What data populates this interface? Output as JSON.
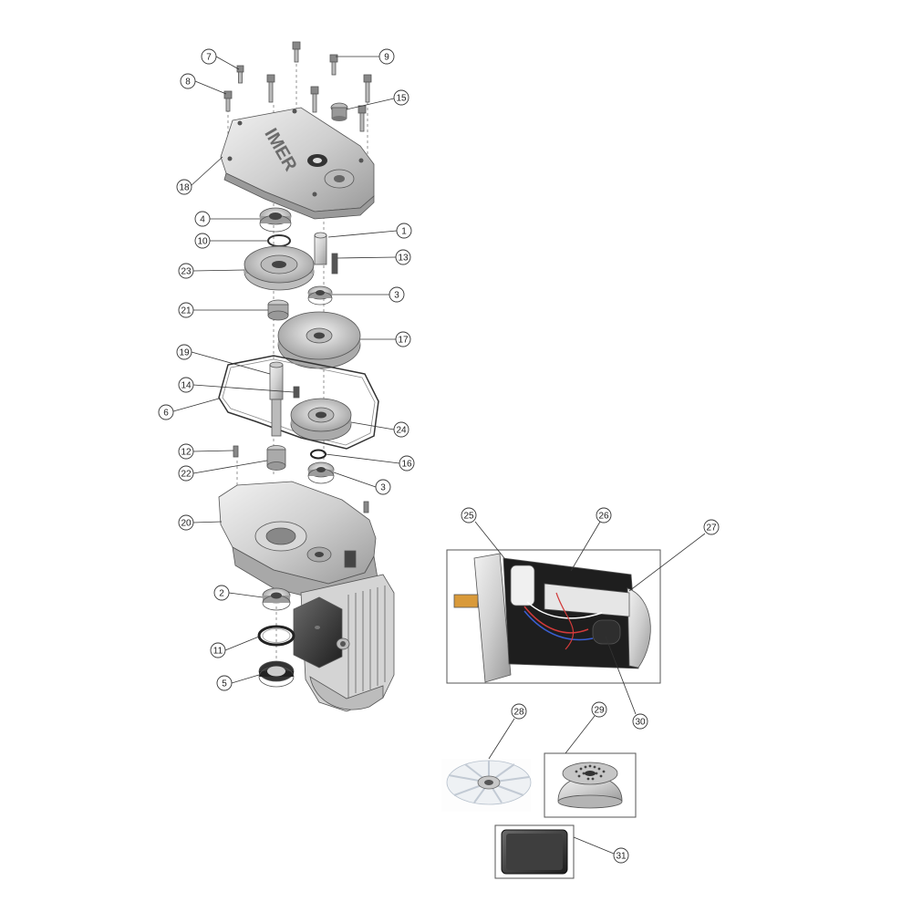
{
  "diagram": {
    "logo_text": "IMER",
    "callouts": [
      "1",
      "2",
      "3",
      "3",
      "4",
      "5",
      "6",
      "7",
      "8",
      "9",
      "10",
      "11",
      "12",
      "13",
      "14",
      "15",
      "16",
      "17",
      "18",
      "19",
      "20",
      "21",
      "22",
      "23",
      "24",
      "25",
      "26",
      "27",
      "28",
      "29",
      "30",
      "31"
    ]
  },
  "colors": {
    "part_light": "#e4e4e4",
    "part_mid": "#c8c8c8",
    "part_dark": "#8a8a8a",
    "part_black": "#2a2a2a",
    "copper": "#d99a3a",
    "line": "#333333"
  }
}
